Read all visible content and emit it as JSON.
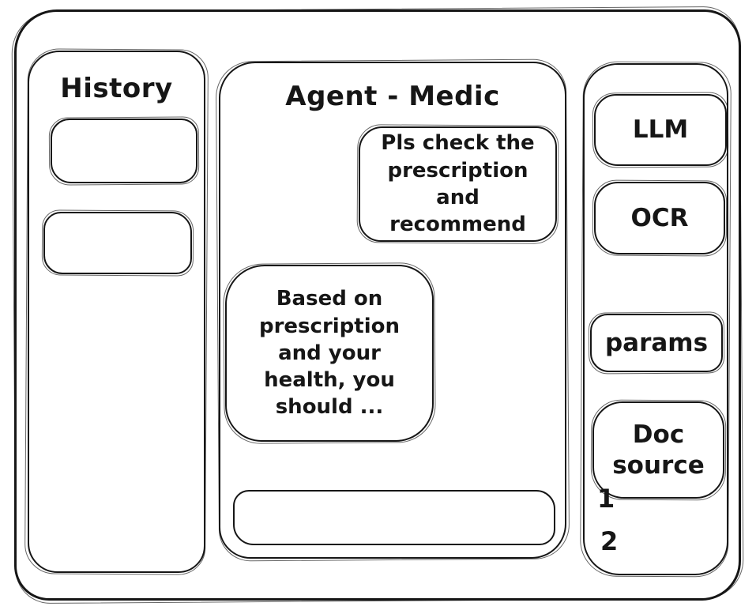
{
  "window": {
    "background": "#ffffff",
    "stroke_color": "#161616"
  },
  "history_panel": {
    "title": "History",
    "items": [
      {
        "label": ""
      },
      {
        "label": ""
      }
    ]
  },
  "chat_panel": {
    "title": "Agent - Medic",
    "messages": [
      {
        "role": "user",
        "text": "Pls check the prescription and recommend"
      },
      {
        "role": "assistant",
        "text": "Based on prescription and your health, you should ..."
      }
    ],
    "input": {
      "value": "",
      "placeholder": ""
    }
  },
  "tools_panel": {
    "buttons": [
      {
        "label": "LLM"
      },
      {
        "label": "OCR"
      },
      {
        "label": "params"
      },
      {
        "label": "Doc source"
      }
    ],
    "doc_source_items": [
      "1",
      "2"
    ]
  }
}
